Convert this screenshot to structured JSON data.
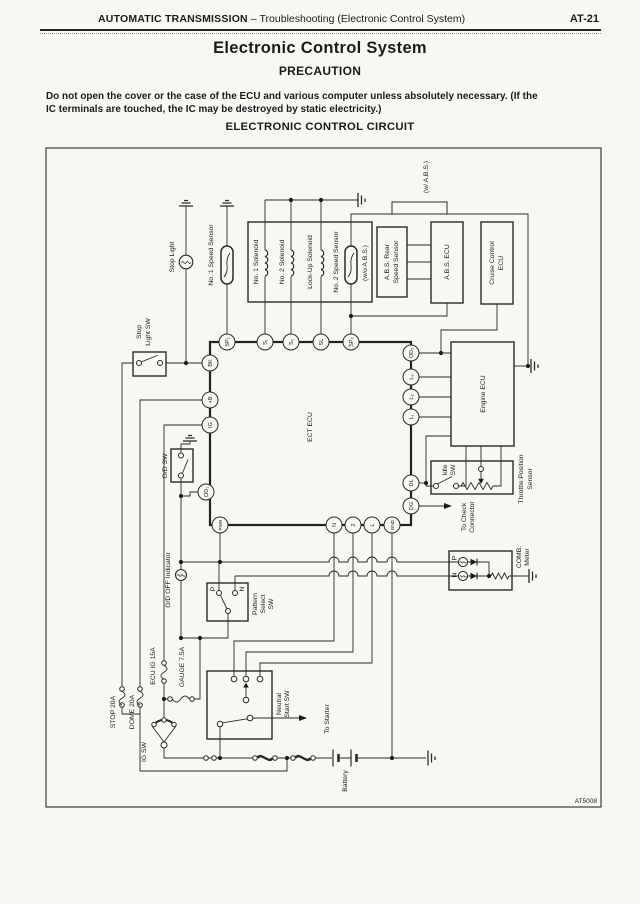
{
  "header": {
    "manual_title": "AUTOMATIC TRANSMISSION",
    "dash": "–",
    "subtitle": "Troubleshooting (Electronic Control System)",
    "page_no": "AT-21"
  },
  "titles": {
    "main": "Electronic Control System",
    "precaution": "PRECAUTION",
    "section": "ELECTRONIC CONTROL CIRCUIT"
  },
  "precaution_text": {
    "line1": "Do not open the cover or the case of the ECU and various computer unless absolutely necessary. (If the",
    "line2": "IC terminals are touched, the IC may be destroyed by static electricity.)"
  },
  "diagram": {
    "figure_id": "AT5008",
    "labels": {
      "stop_light": "Stop Light",
      "stop_sw_1": "Stop",
      "stop_sw_2": "Light SW",
      "no1_speed_sensor": "No. 1 Speed Sensor",
      "no1_solenoid": "No. 1 Solenoid",
      "no2_solenoid": "No. 2 Solenoid",
      "lockup_solenoid": "Lock-Up Solenoid",
      "no2_speed_sensor": "No. 2 Speed Sensor",
      "wo_abs": "(w/o A.B.S.)",
      "w_abs": "(w/ A.B.S.)",
      "abs_rear_1": "A.B.S. Rear",
      "abs_rear_2": "Speed Sensor",
      "abs_ecu": "A.B.S. ECU",
      "cruise_1": "Cruise Control",
      "cruise_2": "ECU",
      "ect_ecu": "ECT ECU",
      "engine_ecu": "Engine ECU",
      "idle_1": "Idle",
      "idle_2": "SW",
      "tps_1": "Throttle Position",
      "tps_2": "Sensor",
      "to_check_1": "To Check",
      "to_check_2": "Connector",
      "od_sw": "O/D SW",
      "od_off_indicator": "O/D OFF Indicator",
      "pattern_1": "Pattern",
      "pattern_2": "Select",
      "pattern_3": "SW",
      "pattern_p": "P",
      "pattern_n": "N",
      "neutral_1": "Neutral",
      "neutral_2": "Start SW",
      "to_starter": "To Starter",
      "comb_1": "COMB.",
      "comb_2": "Meter",
      "comb_p": "P",
      "comb_n": "N",
      "battery": "Battery",
      "fuse_stop": "STOP 20A",
      "fuse_dome": "DOME 20A",
      "fuse_ecu_ig": "ECU IG 15A",
      "fuse_gauge": "GAUGE 7.5A",
      "ig_sw": "IG SW"
    },
    "terminals": {
      "sp1": "SP₁",
      "s1": "S₁",
      "s2": "S₂",
      "sl": "SL",
      "sp2": "SP₂",
      "bk": "BK",
      "plus_b": "+B",
      "ig": "IG",
      "od1": "OD₁",
      "pwr": "PWR",
      "n": "N",
      "two": "2",
      "l": "L",
      "gnd": "GND",
      "od2": "OD₂",
      "l3": "L₃",
      "l2": "L₂",
      "l1": "L₁",
      "dl": "DL",
      "dg": "DG"
    }
  }
}
